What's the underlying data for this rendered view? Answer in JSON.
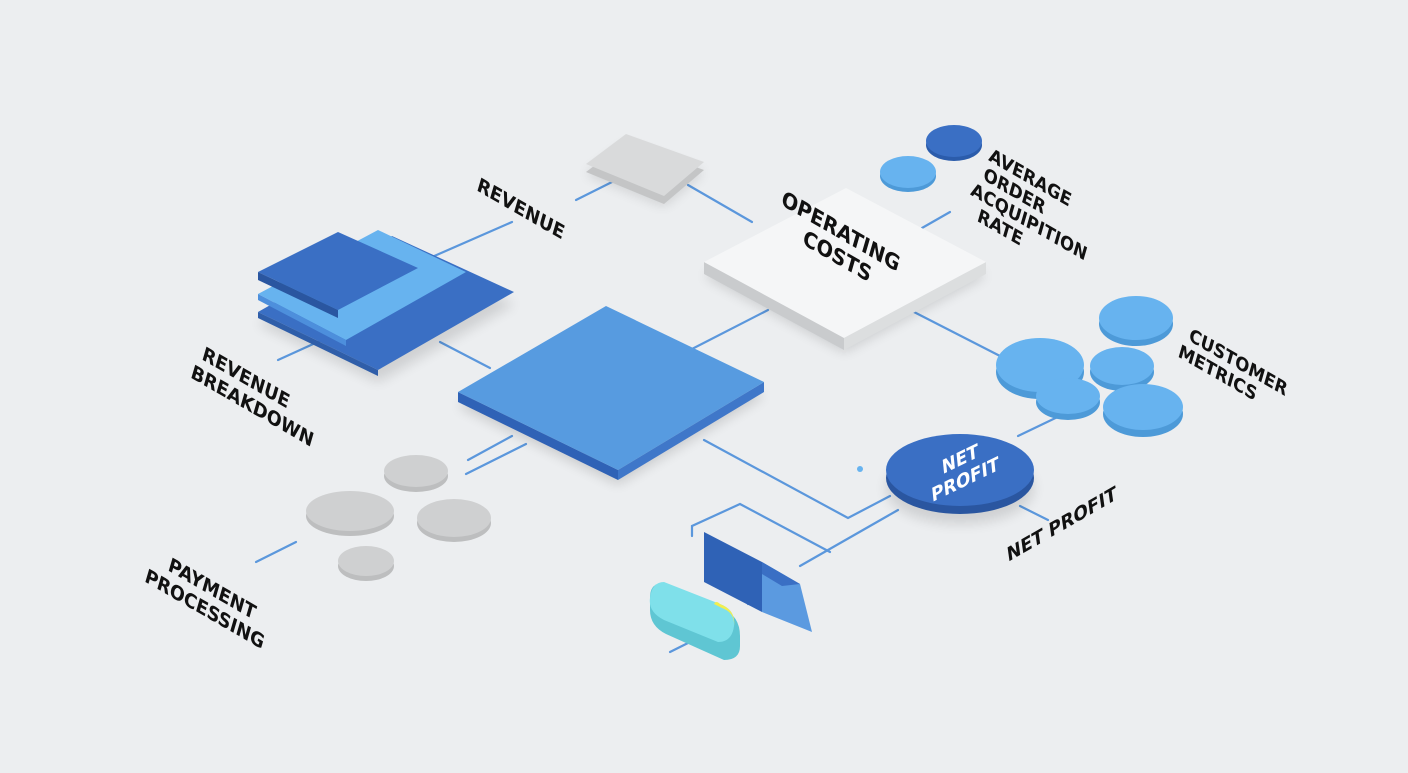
{
  "labels": {
    "revenue": "REVENUE",
    "revenue_breakdown": [
      "REVENUE",
      "BREAKDOWN"
    ],
    "operating_costs": [
      "OPERATING",
      "COSTS"
    ],
    "average_order": [
      "AVERAGE",
      "ORDER",
      "ACQUIPITION",
      "RATE"
    ],
    "customer_metrics": [
      "CUSTOMER",
      "METRICS"
    ],
    "net_profit_badge": [
      "NET",
      "PROFIT"
    ],
    "net_profit": "NET PROFIT",
    "payment_processing": [
      "PAYMENT",
      "PROCESSING"
    ]
  },
  "colors": {
    "background": "#eceef0",
    "blue_dark": "#3a6fc4",
    "blue_mid": "#4d8fdc",
    "blue_light": "#67b3ef",
    "cyan": "#7fe0ea",
    "yellow": "#f2ee4d",
    "gray": "#cfd0d1",
    "white_card": "#f7f8f9",
    "connector": "#5b97dc",
    "text": "#111111"
  }
}
